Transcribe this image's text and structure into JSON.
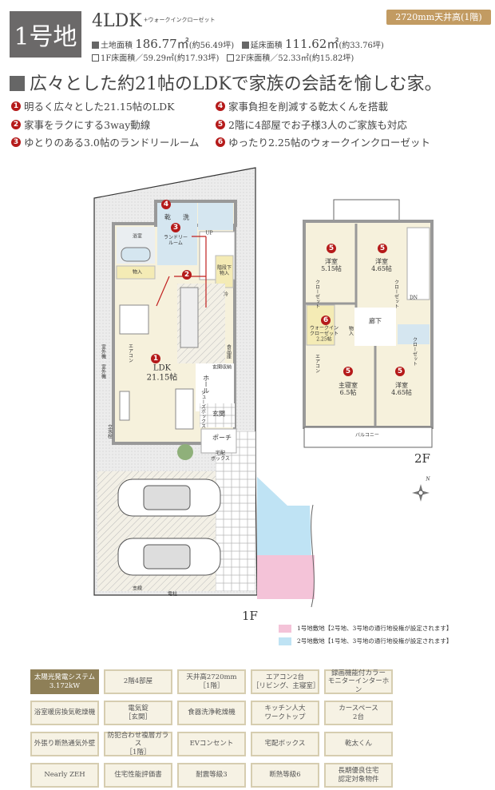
{
  "header": {
    "lot": "1号地",
    "layout": "4LDK",
    "layout_extra": "+ウォークインクローゼット",
    "ceiling_badge": "2720mm天井高(1階)",
    "land_label": "土地面積",
    "land_value": "186.77㎡",
    "land_tsubo": "(約56.49坪)",
    "floor_label": "延床面積",
    "floor_value": "111.62㎡",
    "floor_tsubo": "(約33.76坪)",
    "f1_area": "1F床面積／59.29㎡(約17.93坪)",
    "f2_area": "2F床面積／52.33㎡(約15.82坪)"
  },
  "headline": "広々とした約21帖のLDKで家族の会話を愉しむ家。",
  "features": [
    {
      "num": "1",
      "text": "明るく広々とした21.15帖のLDK"
    },
    {
      "num": "2",
      "text": "家事をラクにする3way動線"
    },
    {
      "num": "3",
      "text": "ゆとりのある3.0帖のランドリールーム"
    },
    {
      "num": "4",
      "text": "家事負担を削減する乾太くんを搭載"
    },
    {
      "num": "5",
      "text": "2階に4部屋でお子様3人のご家族も対応"
    },
    {
      "num": "6",
      "text": "ゆったり2.25帖のウォークインクローゼット"
    }
  ],
  "plan1f": {
    "label": "1F",
    "rooms": [
      "乾",
      "洗",
      "ランドリー\nルーム",
      "浴室",
      "UP",
      "物入",
      "階段下\n物入",
      "冷",
      "エアコン",
      "室外機",
      "室外機",
      "LDK\n21.15帖",
      "食品庫",
      "玄関収納",
      "ホール",
      "シューズボックス",
      "玄関",
      "ポーチ",
      "宅配\nボックス",
      "立水栓",
      "支線",
      "電柱"
    ]
  },
  "plan2f": {
    "label": "2F",
    "rooms": [
      "洋室\n5.15帖",
      "洋室\n4.65帖",
      "クローゼット",
      "クローゼット",
      "ウォークイン\nクローゼット\n2.25帖",
      "物入",
      "廊下",
      "DN",
      "クローゼット",
      "エアコン",
      "主寝室\n6.5帖",
      "洋室\n4.65帖",
      "バルコニー"
    ]
  },
  "legend": [
    {
      "color": "#f4c3d8",
      "text": "1号地敷地【2号地、3号地の通行地役権が設定されます】"
    },
    {
      "color": "#bfe3f4",
      "text": "2号地敷地【1号地、3号地の通行地役権が設定されます】"
    }
  ],
  "compass": "N",
  "equipment": [
    {
      "text": "太陽光発電システム\n3.172kW",
      "highlight": true
    },
    {
      "text": "2階4部屋"
    },
    {
      "text": "天井高2720mm\n［1階］"
    },
    {
      "text": "エアコン2台\n［リビング、主寝室］"
    },
    {
      "text": "録画機能付カラー\nモニターインターホン"
    },
    {
      "text": "浴室暖房換気乾燥機"
    },
    {
      "text": "電気錠\n［玄関］"
    },
    {
      "text": "食器洗浄乾燥機"
    },
    {
      "text": "キッチン人大\nワークトップ"
    },
    {
      "text": "カースペース\n2台"
    },
    {
      "text": "外張り断熱通気外壁"
    },
    {
      "text": "防犯合わせ複層ガラス\n［1階］"
    },
    {
      "text": "EVコンセント"
    },
    {
      "text": "宅配ボックス"
    },
    {
      "text": "乾太くん"
    },
    {
      "text": "Nearly ZEH"
    },
    {
      "text": "住宅性能評価書"
    },
    {
      "text": "耐震等級3"
    },
    {
      "text": "断熱等級6"
    },
    {
      "text": "長期優良住宅\n認定対象物件"
    }
  ],
  "colors": {
    "accent_red": "#b51a1a",
    "badge": "#c29b62",
    "lot_box": "#6b6969",
    "room_cream": "#f6f1dc",
    "wet_blue": "#d5e6f0"
  }
}
